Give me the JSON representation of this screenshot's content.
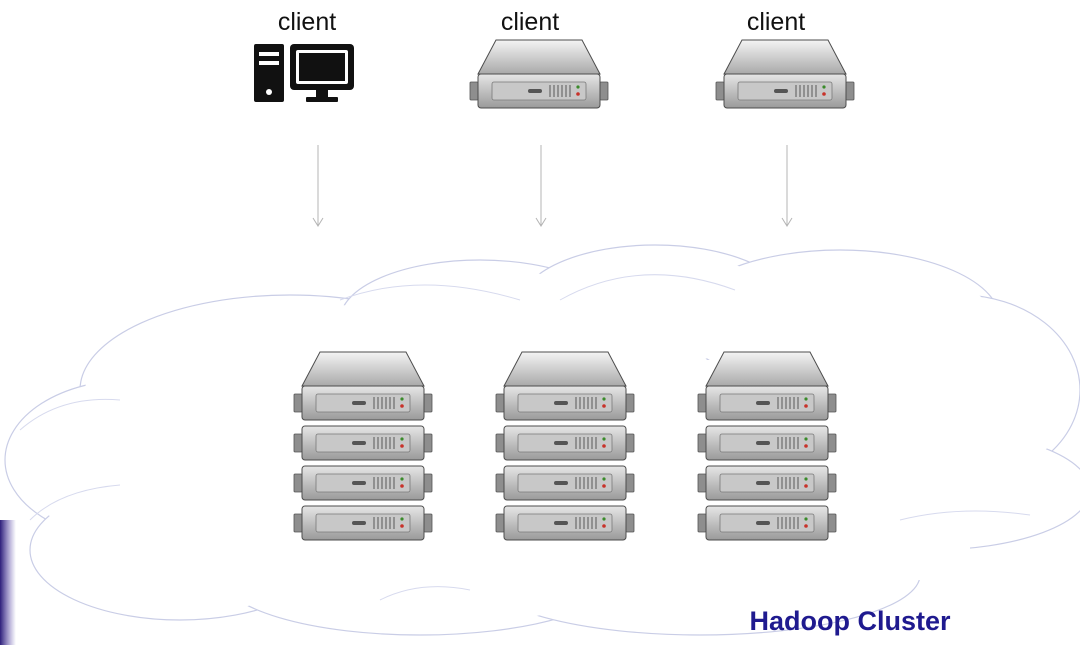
{
  "clients": [
    {
      "label": "client",
      "icon": "desktop-computer-icon"
    },
    {
      "label": "client",
      "icon": "server-icon"
    },
    {
      "label": "client",
      "icon": "server-icon"
    }
  ],
  "cluster": {
    "label": "Hadoop Cluster",
    "label_color": "#1f1a8f",
    "racks": 3,
    "servers_per_rack": 4
  },
  "colors": {
    "cloud_stroke": "#c9cde6",
    "arrow": "#b5b5b5",
    "accent_left": "#3a2a8a"
  }
}
